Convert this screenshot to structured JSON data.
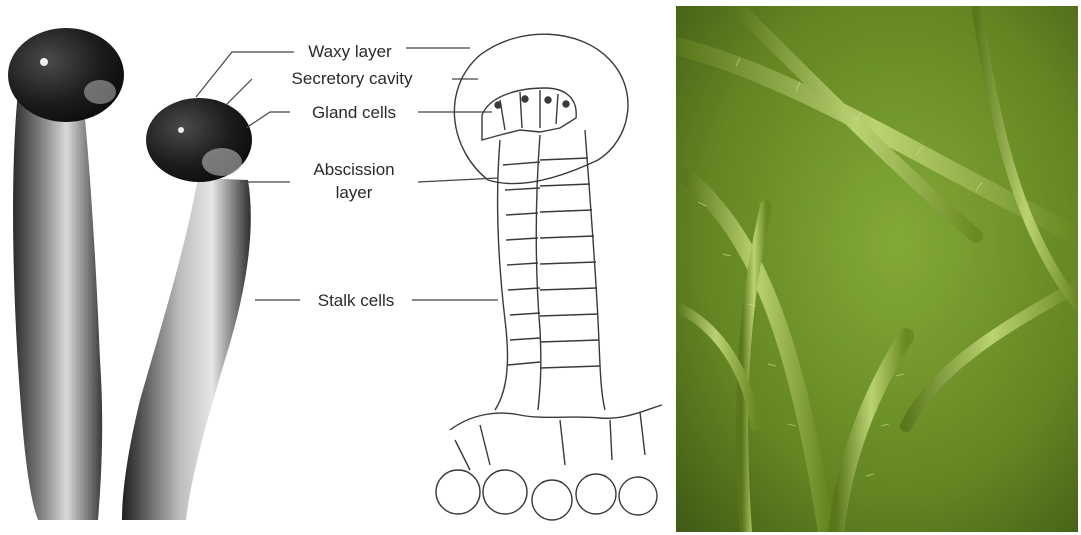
{
  "labels": {
    "waxy_layer": "Waxy layer",
    "secretory_cavity": "Secretory cavity",
    "gland_cells": "Gland cells",
    "abscission_layer_line1": "Abscission",
    "abscission_layer_line2": "layer",
    "stalk_cells": "Stalk cells"
  },
  "colors": {
    "background": "#ffffff",
    "ink": "#2a2a2a",
    "photo_green": "#7fa832",
    "photo_dark": "#3f5a14",
    "photo_highlight": "#d8ef8a"
  }
}
